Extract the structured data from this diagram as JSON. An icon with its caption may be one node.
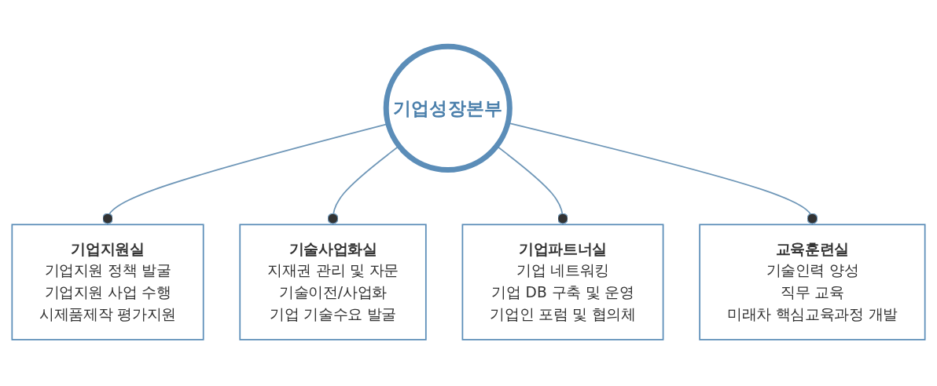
{
  "diagram": {
    "nodes": [
      {
        "text": [
          "기업지원실",
          "기업지원 정책 발굴",
          "기업지원 사업 수행",
          "시제품제작 평가지원"
        ]
      },
      {
        "text": [
          "기술사업화실",
          "지재권 관리 및 자문",
          "기술이전/사업화",
          "기업 기술수요 발굴"
        ]
      },
      {
        "text": [
          "기업성장본부"
        ]
      },
      {
        "text": [
          "기업파트너실",
          "기업 네트워킹",
          "기업 DB 구축 및 운영",
          "기업인 포럼 및 협의체"
        ]
      },
      {
        "text": [
          "교육훈련실",
          "기술인력 양성",
          "직무 교육",
          "미래차 핵심교육과정 개발"
        ]
      }
    ],
    "edges": [
      {
        "from": 2,
        "to": 0,
        "arrow": "other"
      },
      {
        "from": 2,
        "to": 1,
        "arrow": "other"
      },
      {
        "from": 2,
        "to": 3,
        "arrow": "other"
      },
      {
        "from": 2,
        "to": 4,
        "arrow": "other"
      }
    ]
  }
}
